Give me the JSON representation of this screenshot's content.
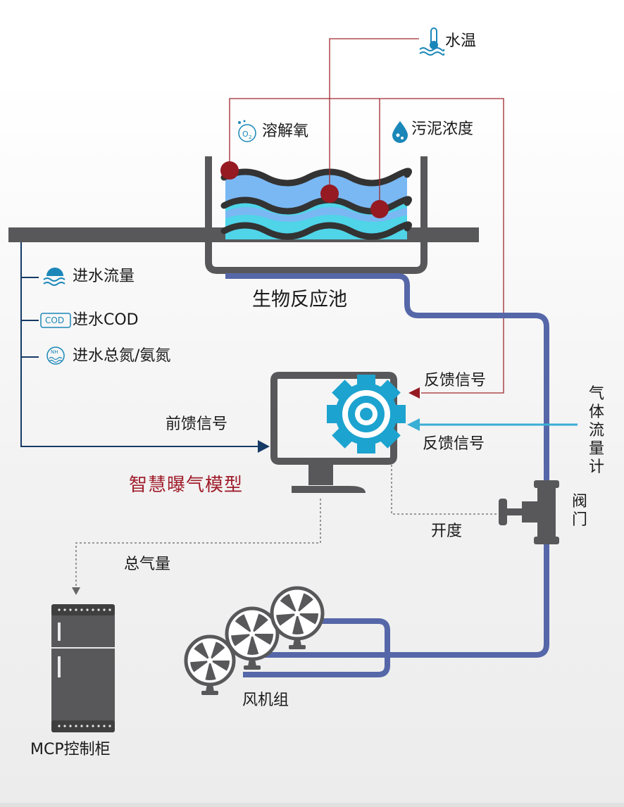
{
  "sensors": {
    "water_temp": "水温",
    "dissolved_oxygen": "溶解氧",
    "sludge_concentration": "污泥浓度"
  },
  "tank_label": "生物反应池",
  "inflow_params": {
    "flow": "进水流量",
    "cod_badge": "COD",
    "cod": "进水COD",
    "nitrogen_badge": "NH",
    "nitrogen": "进水总氮/氨氮"
  },
  "signals": {
    "feedforward": "前馈信号",
    "feedback_top": "反馈信号",
    "feedback_bottom": "反馈信号",
    "opening": "开度",
    "total_air": "总气量"
  },
  "model_label": "智慧曝气模型",
  "gas_flowmeter_chars": [
    "气",
    "体",
    "流",
    "量",
    "计"
  ],
  "valve_chars": [
    "阀",
    "门"
  ],
  "blower_label": "风机组",
  "mcp_label": "MCP控制柜",
  "colors": {
    "red_line": "#a0282e",
    "sensor_dot": "#951a22",
    "pipe_blue": "#5567a8",
    "feedback_cyan": "#3aaed5",
    "gear_blue": "#1da3cf",
    "gray_dark": "#58585a",
    "navy_line": "#153a66",
    "model_red": "#a01e2c"
  },
  "icons": [
    "thermometer-water-icon",
    "o2-icon",
    "water-drop-icon",
    "water-flow-icon",
    "cod-badge-icon",
    "nh-icon",
    "monitor-icon",
    "gear-icon",
    "fan-icon",
    "valve-icon",
    "cabinet-icon"
  ]
}
